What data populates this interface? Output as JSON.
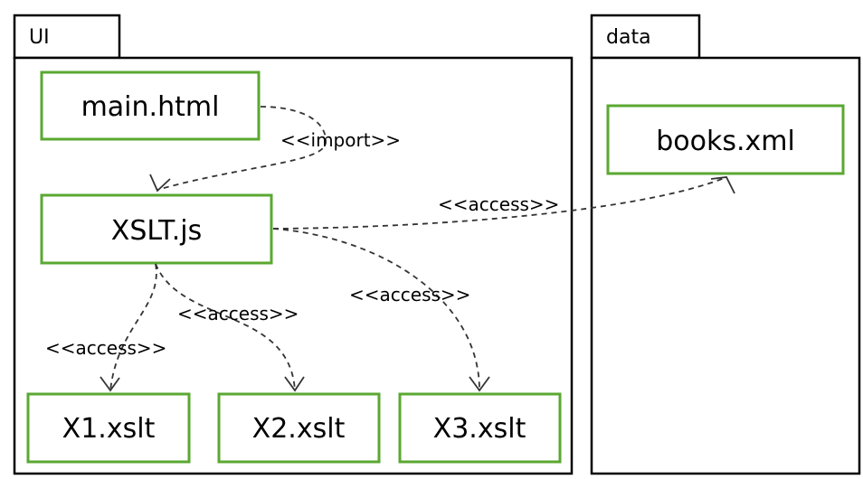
{
  "packages": {
    "ui": {
      "label": "UI"
    },
    "data": {
      "label": "data"
    }
  },
  "nodes": {
    "main_html": "main.html",
    "xslt_js": "XSLT.js",
    "books_xml": "books.xml",
    "x1_xslt": "X1.xslt",
    "x2_xslt": "X2.xslt",
    "x3_xslt": "X3.xslt"
  },
  "edges": {
    "import_main_to_xslt": "<<import>>",
    "access_xslt_to_books": "<<access>>",
    "access_xslt_to_x1": "<<access>>",
    "access_xslt_to_x2": "<<access>>",
    "access_xslt_to_x3": "<<access>>"
  },
  "colors": {
    "node_border": "#5aa832",
    "package_border": "#000000",
    "edge_stroke": "#333333"
  }
}
